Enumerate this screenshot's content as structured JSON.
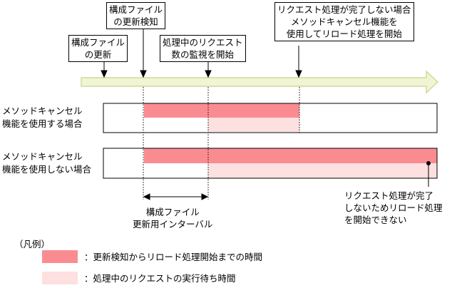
{
  "callouts": {
    "config_update": [
      "構成ファイル",
      "の更新"
    ],
    "update_check": [
      "構成ファイル",
      "の更新検知"
    ],
    "monitor_start": [
      "処理中のリクエスト",
      "数の監視を開始"
    ],
    "incomplete_case": [
      "リクエスト処理が完了しない場合",
      "メソッドキャンセル機能を",
      "使用してリロード処理を開始"
    ]
  },
  "rows": {
    "with_cancel": [
      "メソッドキャンセル",
      "機能を使用する場合"
    ],
    "without_cancel": [
      "メソッドキャンセル",
      "機能を使用しない場合"
    ]
  },
  "interval_label": [
    "構成ファイル",
    "更新用インターバル"
  ],
  "note_incomplete": [
    "リクエスト処理が完了",
    "しないためリロード処理",
    "を開始できない"
  ],
  "legend": {
    "title": "（凡例）",
    "items": [
      {
        "label": "：更新検知からリロード処理開始までの時間",
        "color": "#fa8c91"
      },
      {
        "label": "：処理中のリクエストの実行待ち時間",
        "color": "#fde0e0"
      }
    ]
  },
  "colors": {
    "timeline_fill": "#f2f5d3",
    "timeline_stroke": "#c9d28e"
  }
}
